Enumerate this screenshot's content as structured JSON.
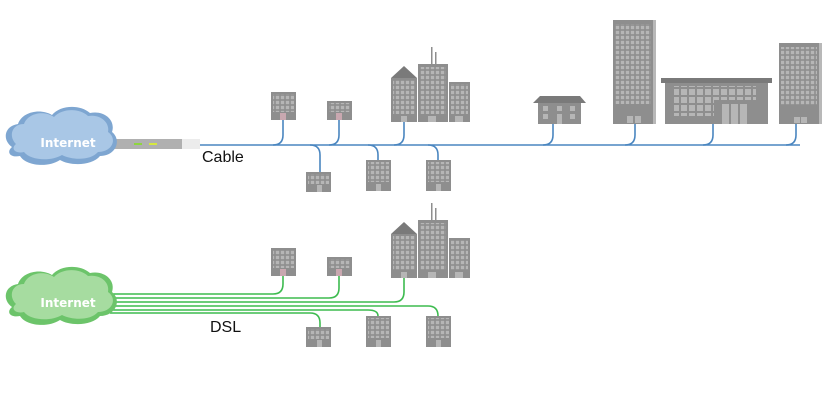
{
  "title": "Cable vs DSL network topology",
  "colors": {
    "cable_line": "#4a86c0",
    "cable_cloud": "#a9c7e6",
    "cable_cloud_shadow": "#7ea6d1",
    "dsl_line": "#3dbb4f",
    "dsl_cloud": "#a6dca0",
    "dsl_cloud_shadow": "#6cc46a",
    "building": "#8e8e8e",
    "building_dark": "#7a7a7a",
    "window": "#b4b4b4",
    "modem": "#b0b0b0",
    "modem_light_green": "#8ed63e",
    "modem_light_yellow": "#d6e83e"
  },
  "cable": {
    "cloud_label": "Internet",
    "connection_label": "Cable",
    "device": "cable-modem",
    "topology": "shared-bus",
    "buildings_above": [
      "office-small",
      "office-small-wide",
      "city-cluster",
      "house",
      "tower-tall",
      "storefront",
      "tower-medium"
    ],
    "buildings_below": [
      "office-small-wide",
      "office-small",
      "office-small"
    ]
  },
  "dsl": {
    "cloud_label": "Internet",
    "connection_label": "DSL",
    "topology": "dedicated-lines",
    "line_count": 6,
    "buildings_above": [
      "office-small",
      "office-small-wide",
      "city-cluster"
    ],
    "buildings_below": [
      "office-small-wide",
      "office-small",
      "office-small"
    ]
  }
}
